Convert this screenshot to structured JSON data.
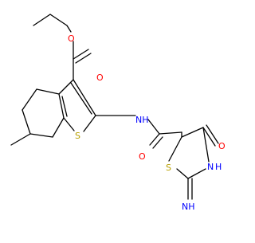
{
  "molecule": {
    "atom_labels": {
      "o_carbonyl_ester": "O",
      "o_ester_link": "O",
      "nh_amide": "NH",
      "o_amide": "O",
      "s_thiophene": "S",
      "s_thiazolidine": "S",
      "o_thiazolidinone": "O",
      "nh_ring": "N",
      "h_ring": "H",
      "nh_imino": "NH"
    },
    "colors": {
      "bond": "#000000",
      "oxygen": "#ff0000",
      "nitrogen": "#0000ff",
      "sulfur": "#b8a000"
    }
  }
}
